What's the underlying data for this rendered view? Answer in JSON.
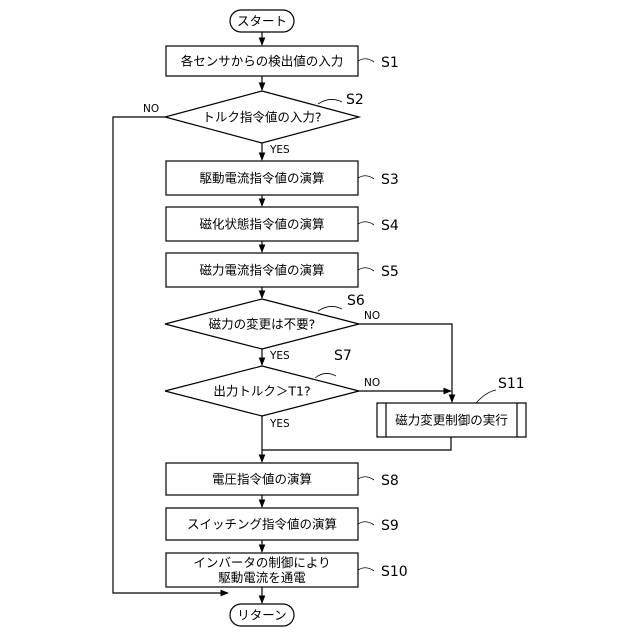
{
  "terminals": {
    "start": "スタート",
    "end": "リターン"
  },
  "steps": {
    "s1": {
      "label": "S1",
      "text": "各センサからの検出値の入力"
    },
    "s2": {
      "label": "S2",
      "text": "トルク指令値の入力?"
    },
    "s3": {
      "label": "S3",
      "text": "駆動電流指令値の演算"
    },
    "s4": {
      "label": "S4",
      "text": "磁化状態指令値の演算"
    },
    "s5": {
      "label": "S5",
      "text": "磁力電流指令値の演算"
    },
    "s6": {
      "label": "S6",
      "text": "磁力の変更は不要?"
    },
    "s7": {
      "label": "S7",
      "text": "出力トルク＞T1?"
    },
    "s8": {
      "label": "S8",
      "text": "電圧指令値の演算"
    },
    "s9": {
      "label": "S9",
      "text": "スイッチング指令値の演算"
    },
    "s10": {
      "label": "S10",
      "text_line1": "インバータの制御により",
      "text_line2": "駆動電流を通電"
    },
    "s11": {
      "label": "S11",
      "text": "磁力変更制御の実行"
    }
  },
  "branches": {
    "yes": "YES",
    "no": "NO"
  }
}
